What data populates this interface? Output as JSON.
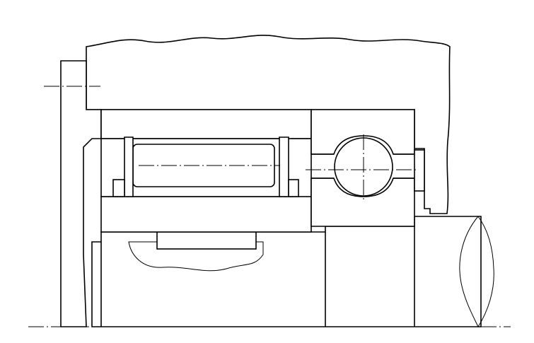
{
  "drawing": {
    "kind": "mechanical-section",
    "hatch_color": "#000000",
    "line_color": "#000000",
    "background": "#ffffff"
  },
  "parts": [
    {
      "id": "housing",
      "type": "housing-broken-section",
      "hatched": true
    },
    {
      "id": "end-cover",
      "type": "end-cover",
      "hatched": true
    },
    {
      "id": "roller-bearing",
      "type": "cylindrical-roller-bearing",
      "hatched": true
    },
    {
      "id": "roller",
      "type": "cylindrical-roller",
      "hatched": false
    },
    {
      "id": "ball-bearing",
      "type": "deep-groove-ball-bearing",
      "hatched": true
    },
    {
      "id": "ball",
      "type": "ball",
      "hatched": false
    },
    {
      "id": "shaft",
      "type": "shaft-broken-section",
      "hatched": true
    },
    {
      "id": "key",
      "type": "key",
      "hatched": false
    }
  ]
}
